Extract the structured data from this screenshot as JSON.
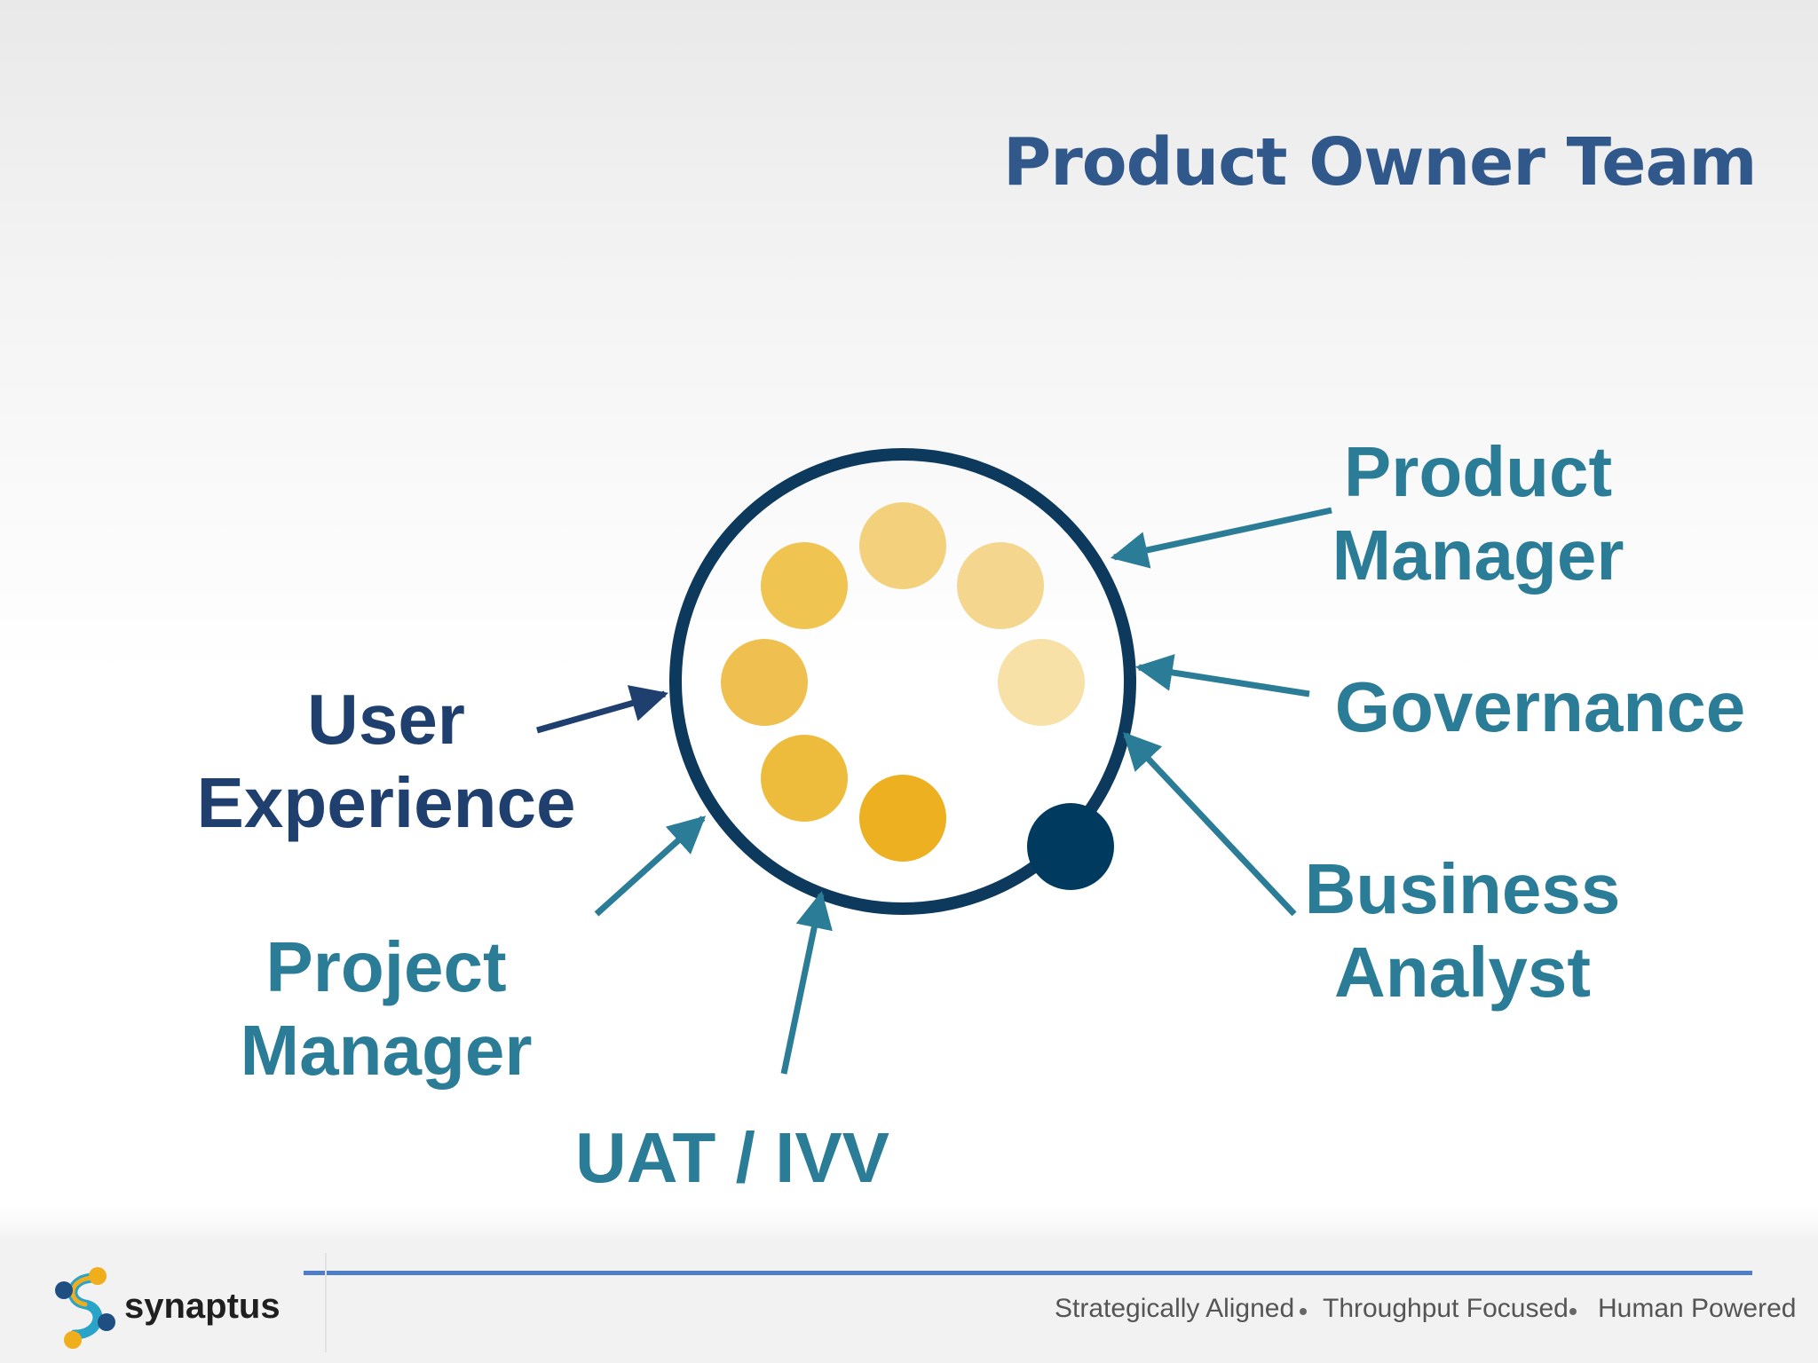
{
  "title": "Product Owner Team",
  "roles": {
    "product_manager": [
      "Product",
      "Manager"
    ],
    "governance": "Governance",
    "business_analyst": [
      "Business",
      "Analyst"
    ],
    "user_experience": [
      "User",
      "Experience"
    ],
    "project_manager": [
      "Project",
      "Manager"
    ],
    "uat_ivv": "UAT / IVV"
  },
  "footer": {
    "brand": "synaptus",
    "taglines": [
      "Strategically Aligned",
      "Throughput Focused",
      "Human Powered"
    ]
  },
  "colors": {
    "title": "#31588a",
    "teal": "#2b7c96",
    "navy": "#1f3f6e",
    "ring": "#0d3a5c",
    "dot_dark": "#003a5f",
    "footer_line": "#4f7ec8"
  }
}
